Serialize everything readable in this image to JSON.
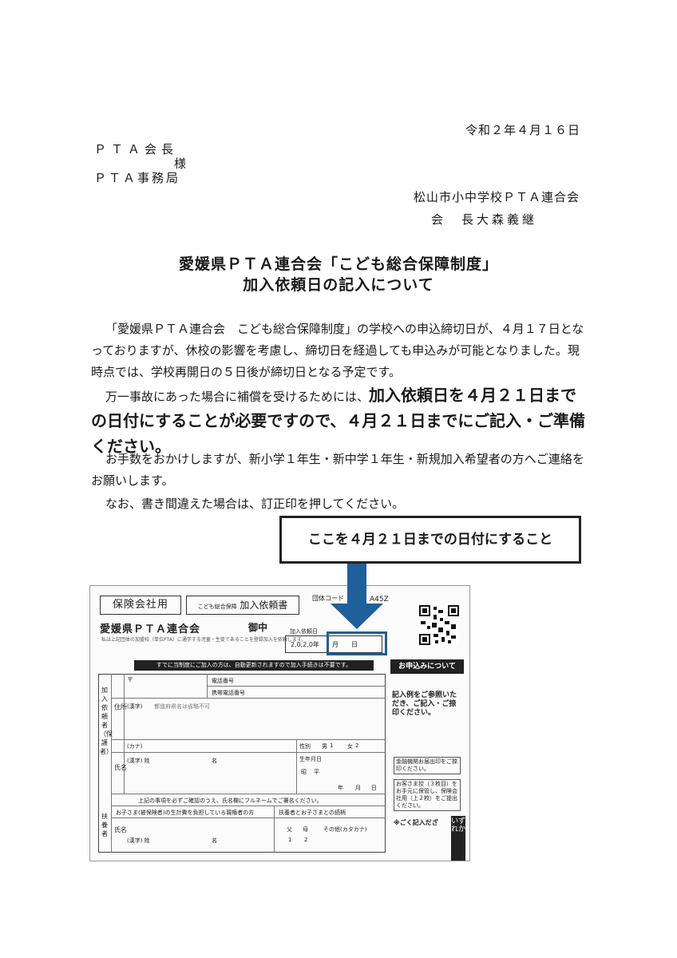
{
  "header": {
    "date": "令和２年４月１６日",
    "to_line1": "ＰＴＡ会長",
    "to_sama": "様",
    "to_line2": "ＰＴＡ事務局",
    "from_org": "松山市小中学校ＰＴＡ連合会",
    "from_name": "会　長大森義継"
  },
  "title": {
    "line1": "愛媛県ＰＴＡ連合会「こども総合保障制度」",
    "line2": "加入依頼日の記入について"
  },
  "body": {
    "p1": "「愛媛県ＰＴＡ連合会　こども総合保障制度」の学校への申込締切日が、４月１７日となっておりますが、休校の影響を考慮し、締切日を経過しても申込みが可能となりました。現時点では、学校再開日の５日後が締切日となる予定です。",
    "p2_prefix": "万一事故にあった場合に補償を受けるためには、",
    "p2_emphasis": "加入依頼日を４月２１日までの日付にすることが必要ですので、４月２１日までにご記入・ご準備ください。",
    "p3": "お手数をおかけしますが、新小学１年生・新中学１年生・新規加入希望者の方へご連絡をお願いします。",
    "p4": "なお、書き間違えた場合は、訂正印を押してください。"
  },
  "callout": {
    "text": "ここを４月２１日までの日付にすること",
    "arrow_color": "#1f5f9a"
  },
  "form": {
    "tag": "保険会社用",
    "title_small": "こども総合保障",
    "title": "加入依頼書",
    "group_code_label": "団体コード",
    "group_code": "A45Z",
    "org": "愛媛県ＰＴＡ連合会",
    "honorific": "御中",
    "note": "私は上記団体の加盟校（単位PTA）に通学する児童・生徒であることを登録加入を依頼します。",
    "date_label": "加入依頼日",
    "date_value": "2,0,2,0年　　月　　日",
    "black_bar": "すでに当制度にご加入の方は、自動更新されますので加入手続きは不要です。",
    "apply_header": "お申込みについて",
    "apply_text": "記入例をご参照いただき、ご記入・ご捺印ください。",
    "bank_note": "金融機関お届出印をご捺印ください。",
    "copy_note": "お客さま控（３枚目）をお手元に保管し、保険会社用（上２枚）をご提出ください。",
    "applicant_vertical": "加入依頼者（保護者）",
    "address_label": "住所",
    "postal_label": "〒",
    "phone_label": "電話番号",
    "mobile_label": "携帯電話番号",
    "kanji_label": "(漢字)",
    "address_hint": "都道府県名は省略不可",
    "kana_label": "(カナ)",
    "name_label": "氏名",
    "sei_label": "(漢字) 姓",
    "mei_label": "名",
    "gender_label": "性別",
    "male": "男",
    "male_no": "1",
    "female": "女",
    "female_no": "2",
    "birth_label": "生年月日",
    "showa": "昭",
    "heisei": "平",
    "year": "年",
    "month": "月",
    "day": "日",
    "confirm_line": "上記の事項を必ずご確認のうえ、氏名欄にフルネームでご署名ください。",
    "supporter_vertical": "扶養者",
    "supporter_header": "お子さま(被保険者)の生計費を負担している親権者の方",
    "relation_header": "扶養者とお子さまとの続柄",
    "father": "父",
    "mother": "母",
    "other": "その他(カタカナ)",
    "rel1": "1",
    "rel2": "2",
    "side_cols": "※ごく記入だざ",
    "badge": "いずれか"
  }
}
